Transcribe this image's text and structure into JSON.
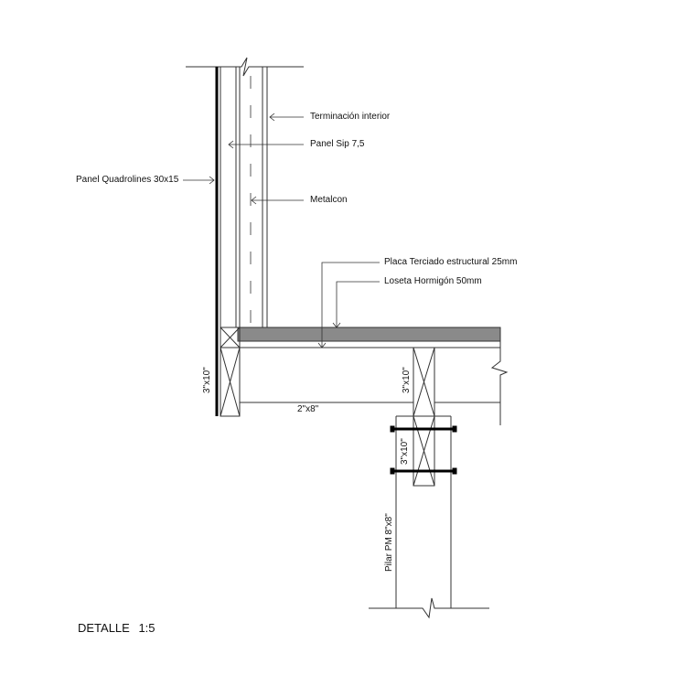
{
  "labels": {
    "terminacion": "Terminación interior",
    "panel_sip": "Panel Sip 7,5",
    "quadrolines": "Panel Quadrolines 30x15",
    "metalcon": "Metalcon",
    "placa": "Placa Terciado estructural 25mm",
    "loseta": "Loseta Hormigón 50mm",
    "viga_izq": "3\"x10\"",
    "viga_der": "3\"x10\"",
    "viga_pilar": "3\"x10\"",
    "joist": "2\"x8\"",
    "pilar": "Pilar PM 8\"x8\""
  },
  "title": "DETALLE 1:5",
  "colors": {
    "slab": "#8a8a8a",
    "line": "#333333"
  }
}
